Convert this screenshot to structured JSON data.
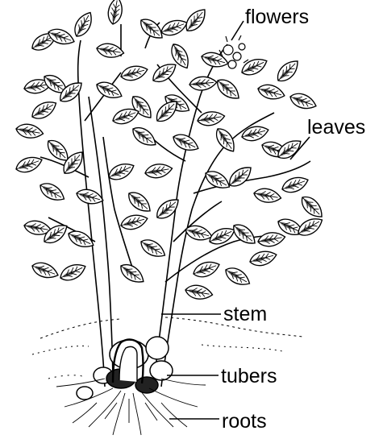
{
  "labels": {
    "flowers": "flowers",
    "leaves": "leaves",
    "stem": "stem",
    "tubers": "tubers",
    "roots": "roots"
  },
  "style": {
    "ink": "#000000",
    "paper": "#ffffff"
  }
}
